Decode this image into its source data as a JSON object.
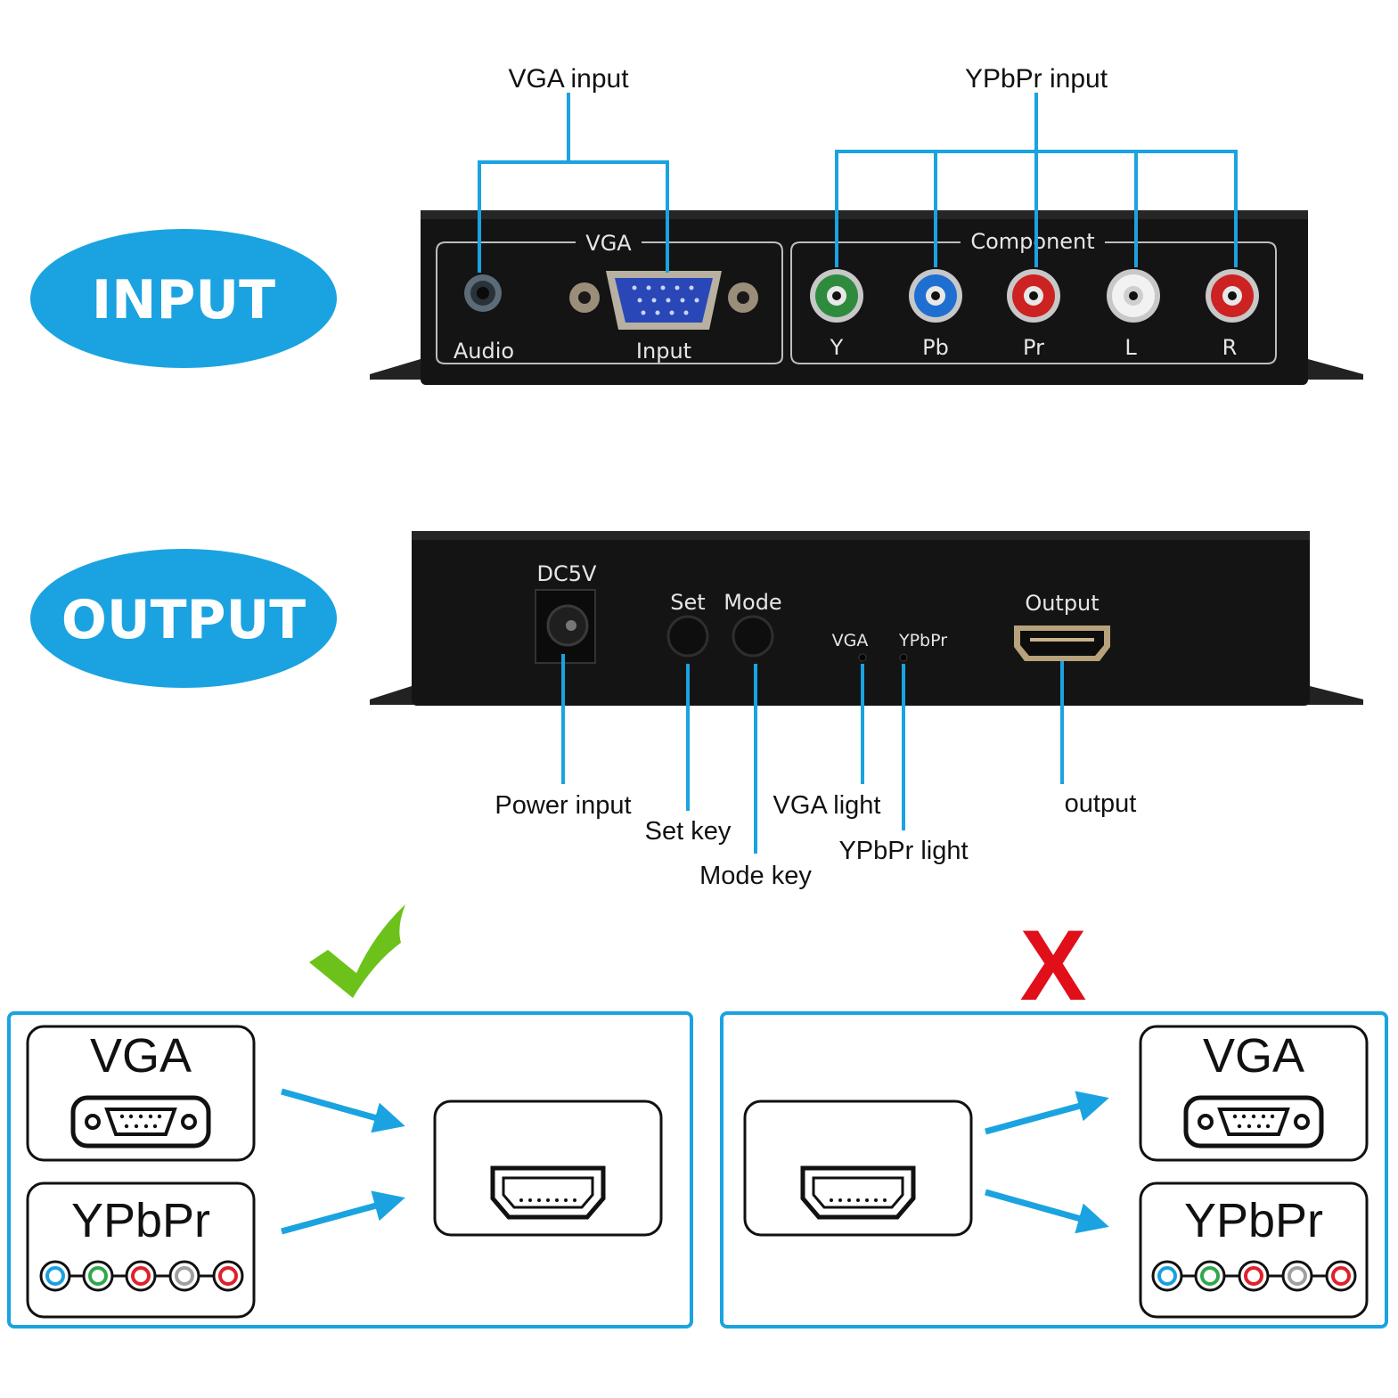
{
  "input_section": {
    "badge": "INPUT",
    "callouts": {
      "vga_input": "VGA input",
      "ypbpr_input": "YPbPr input"
    },
    "device": {
      "vga_group": "VGA",
      "component_group": "Component",
      "audio": "Audio",
      "input": "Input",
      "ports": [
        "Y",
        "Pb",
        "Pr",
        "L",
        "R"
      ]
    },
    "port_colors": [
      "#2e8b3e",
      "#1f6fd1",
      "#cc2222",
      "#e8e8e8",
      "#cc2222"
    ]
  },
  "output_section": {
    "badge": "OUTPUT",
    "device": {
      "dc": "DC5V",
      "set": "Set",
      "mode": "Mode",
      "vga_led": "VGA",
      "ypbpr_led": "YPbPr",
      "output": "Output"
    },
    "callouts": {
      "power_input": "Power input",
      "set_key": "Set key",
      "mode_key": "Mode key",
      "vga_light": "VGA light",
      "ypbpr_light": "YPbPr light",
      "output": "output"
    }
  },
  "compat": {
    "correct_icon": "check-icon",
    "wrong_mark": "X",
    "left_panel": {
      "vga": "VGA",
      "ypbpr": "YPbPr"
    },
    "right_panel": {
      "vga": "VGA",
      "ypbpr": "YPbPr"
    },
    "rca_colors": [
      "#1aa0e0",
      "#2fa84a",
      "#e0202a",
      "#a0a0a0",
      "#e0202a"
    ]
  },
  "colors": {
    "accent": "#1aa3e0",
    "device": "#141414",
    "check": "#6cc21a",
    "cross": "#e00f1a"
  }
}
